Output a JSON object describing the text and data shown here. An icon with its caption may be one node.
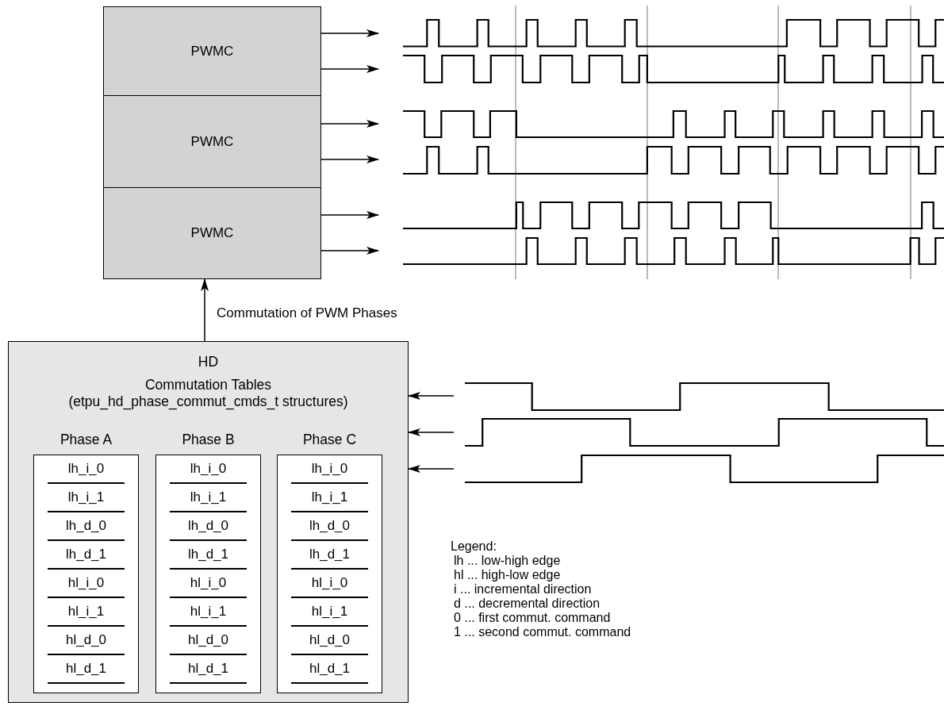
{
  "diagram": {
    "nodes": [
      {
        "text": [
          "PWMC"
        ]
      },
      {
        "text": [
          "PWMC"
        ]
      },
      {
        "text": [
          "PWMC"
        ]
      },
      {
        "text": [
          "HD",
          "Commutation Tables (etpu_hd_phase_commut_cmds_t structures)"
        ]
      },
      {
        "text": [
          "Phase A",
          "lh_i_0",
          "lh_i_1",
          "lh_d_0",
          "lh_d_1",
          "hl_i_0",
          "hl_i_1",
          "hl_d_0",
          "hl_d_1"
        ],
        "in": 3
      },
      {
        "text": [
          "Phase B",
          "lh_i_0",
          "lh_i_1",
          "lh_d_0",
          "lh_d_1",
          "hl_i_0",
          "hl_i_1",
          "hl_d_0",
          "hl_d_1"
        ],
        "in": 3
      },
      {
        "text": [
          "Phase C",
          "lh_i_0",
          "lh_i_1",
          "lh_d_0",
          "lh_d_1",
          "hl_i_0",
          "hl_i_1",
          "hl_d_0",
          "hl_d_1"
        ],
        "in": 3
      }
    ],
    "edges": [
      {
        "from": 3,
        "to": 2,
        "arrow": "to",
        "label": "Commutation of PWM Phases"
      },
      {
        "from": 0,
        "to": null,
        "arrow": "to"
      },
      {
        "from": 0,
        "to": null,
        "arrow": "to"
      },
      {
        "from": 1,
        "to": null,
        "arrow": "to"
      },
      {
        "from": 1,
        "to": null,
        "arrow": "to"
      },
      {
        "from": 2,
        "to": null,
        "arrow": "to"
      },
      {
        "from": 2,
        "to": null,
        "arrow": "to"
      },
      {
        "from": null,
        "to": 3,
        "arrow": "to"
      },
      {
        "from": null,
        "to": 3,
        "arrow": "to"
      },
      {
        "from": null,
        "to": 3,
        "arrow": "to"
      }
    ],
    "labels": [
      "Legend:",
      "lh ... low-high edge",
      "hl ... high-low edge",
      "i ... incremental direction",
      "d ... decremental direction",
      "0 ... first commut. command",
      "1 ... second commut. command"
    ]
  }
}
